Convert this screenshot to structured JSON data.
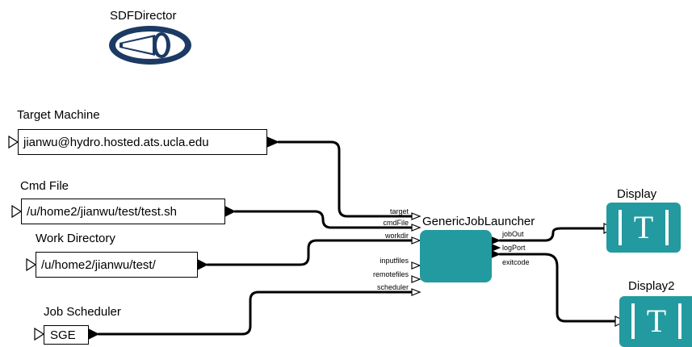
{
  "director": {
    "title": "SDFDirector",
    "icon": "director-megaphone-icon"
  },
  "params": [
    {
      "id": "target-machine",
      "label": "Target Machine",
      "value": "jianwu@hydro.hosted.ats.ucla.edu"
    },
    {
      "id": "cmd-file",
      "label": "Cmd File",
      "value": "/u/home2/jianwu/test/test.sh"
    },
    {
      "id": "work-directory",
      "label": "Work Directory",
      "value": "/u/home2/jianwu/test/"
    },
    {
      "id": "job-scheduler",
      "label": "Job Scheduler",
      "value": "SGE"
    }
  ],
  "launcher": {
    "title": "GenericJobLauncher",
    "inputs": [
      "target",
      "cmdFile",
      "workdir",
      "inputfiles",
      "remotefiles",
      "scheduler"
    ],
    "outputs": [
      "jobOut",
      "logPort",
      "exitcode"
    ]
  },
  "displays": [
    {
      "title": "Display",
      "glyph": "T",
      "icon": "text-display-icon"
    },
    {
      "title": "Display2",
      "glyph": "T",
      "icon": "text-display-icon"
    }
  ],
  "colors": {
    "actor": "#239a9f",
    "director": "#1c3a63",
    "wire": "#000000"
  }
}
